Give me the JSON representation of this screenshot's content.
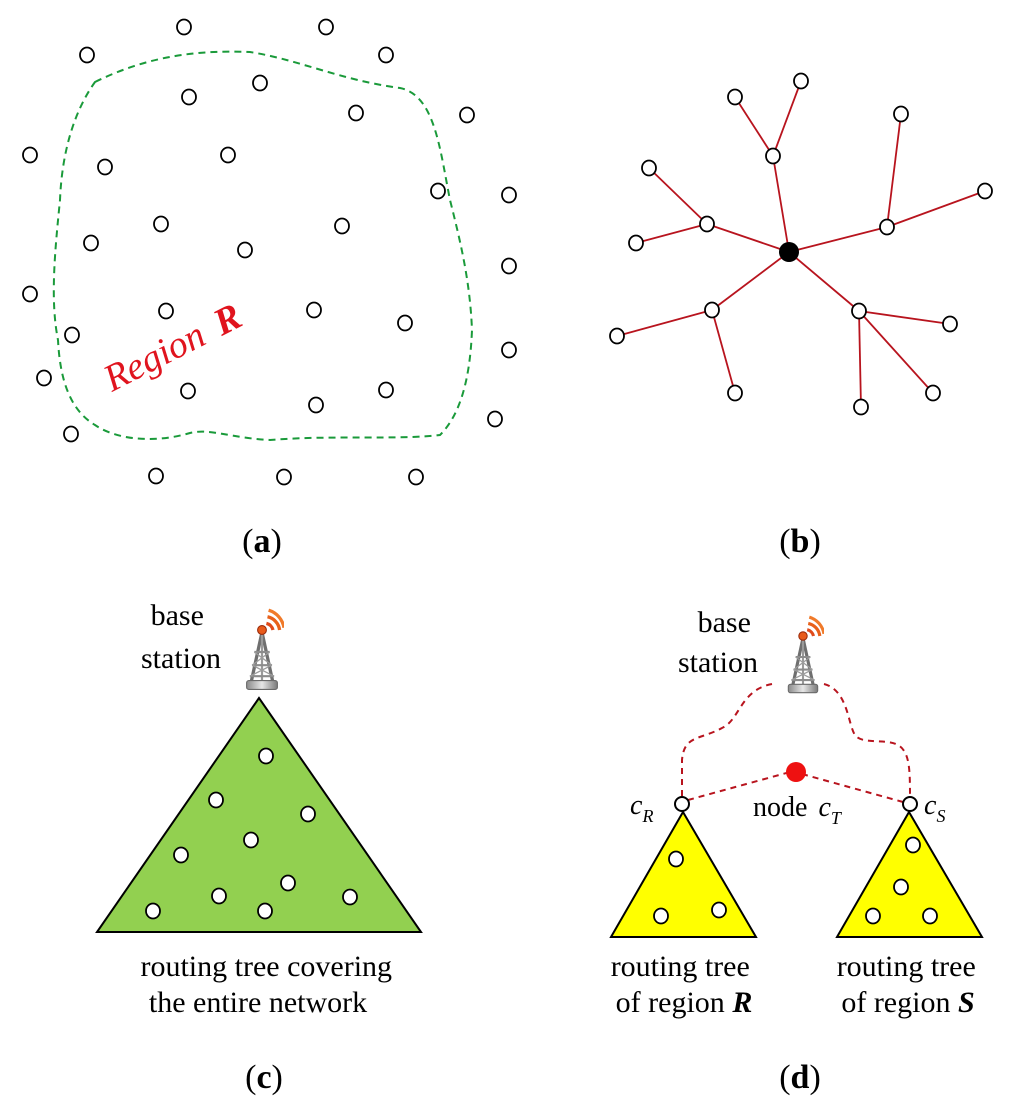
{
  "colors": {
    "node_stroke": "#000000",
    "region_boundary": "#1a9a3a",
    "region_label": "#e0141e",
    "tree_edge": "#b8141e",
    "root_node": "#000000",
    "green_triangle": "#92d050",
    "yellow_triangle": "#ffff00",
    "dashed_link": "#b8141e",
    "node_ct_fill": "#ee1111"
  },
  "panel_a": {
    "caption_letter": "a",
    "region_label_word": "Region",
    "region_label_letter": "R"
  },
  "panel_b": {
    "caption_letter": "b"
  },
  "panel_c": {
    "caption_letter": "c",
    "base_station_line1": "base",
    "base_station_line2": "station",
    "tree_label_line1": "routing tree covering",
    "tree_label_line2": "the entire network",
    "icon": "base-station-tower-icon"
  },
  "panel_d": {
    "caption_letter": "d",
    "base_station_line1": "base",
    "base_station_line2": "station",
    "cR_base": "c",
    "cR_sub": "R",
    "cS_base": "c",
    "cS_sub": "S",
    "node_word": "node",
    "cT_base": "c",
    "cT_sub": "T",
    "tree_R_line1": "routing tree",
    "tree_R_line2_prefix": "of region",
    "tree_R_letter": "R",
    "tree_S_line1": "routing tree",
    "tree_S_line2_prefix": "of region",
    "tree_S_letter": "S",
    "icon": "base-station-tower-icon"
  }
}
